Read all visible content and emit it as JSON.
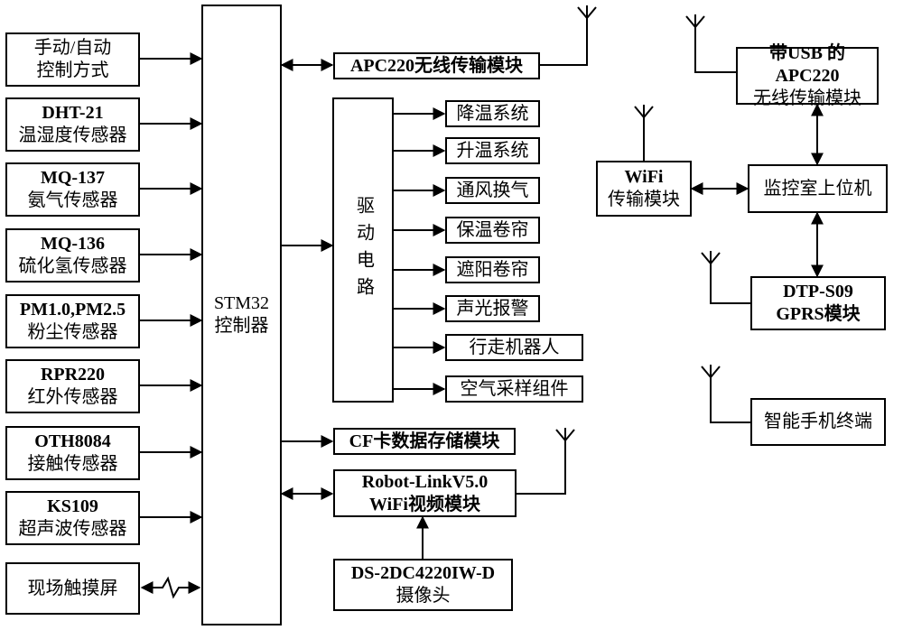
{
  "mode": {
    "l1": "手动/自动",
    "l2": "控制方式"
  },
  "dht": {
    "l1": "DHT-21",
    "l2": "温湿度传感器"
  },
  "mq137": {
    "l1": "MQ-137",
    "l2": "氨气传感器"
  },
  "mq136": {
    "l1": "MQ-136",
    "l2": "硫化氢传感器"
  },
  "pm": {
    "l1": "PM1.0,PM2.5",
    "l2": "粉尘传感器"
  },
  "rpr": {
    "l1": "RPR220",
    "l2": "红外传感器"
  },
  "oth": {
    "l1": "OTH8084",
    "l2": "接触传感器"
  },
  "ks": {
    "l1": "KS109",
    "l2": "超声波传感器"
  },
  "touch": "现场触摸屏",
  "stm32": {
    "l1": "STM32",
    "l2": "控制器"
  },
  "apc": "APC220无线传输模块",
  "drive": "驱动电路",
  "outputs": [
    "降温系统",
    "升温系统",
    "通风换气",
    "保温卷帘",
    "遮阳卷帘",
    "声光报警",
    "行走机器人",
    "空气采样组件"
  ],
  "cf": "CF卡数据存储模块",
  "robot": {
    "l1": "Robot-LinkV5.0",
    "l2": "WiFi视频模块"
  },
  "cam": {
    "l1": "DS-2DC4220IW-D",
    "l2": "摄像头"
  },
  "usbapc": {
    "l1": "带USB 的APC220",
    "l2": "无线传输模块"
  },
  "wifi": {
    "l1": "WiFi",
    "l2": "传输模块"
  },
  "pc": "监控室上位机",
  "dtp": {
    "l1": "DTP-S09",
    "l2": "GPRS模块"
  },
  "phone": "智能手机终端"
}
